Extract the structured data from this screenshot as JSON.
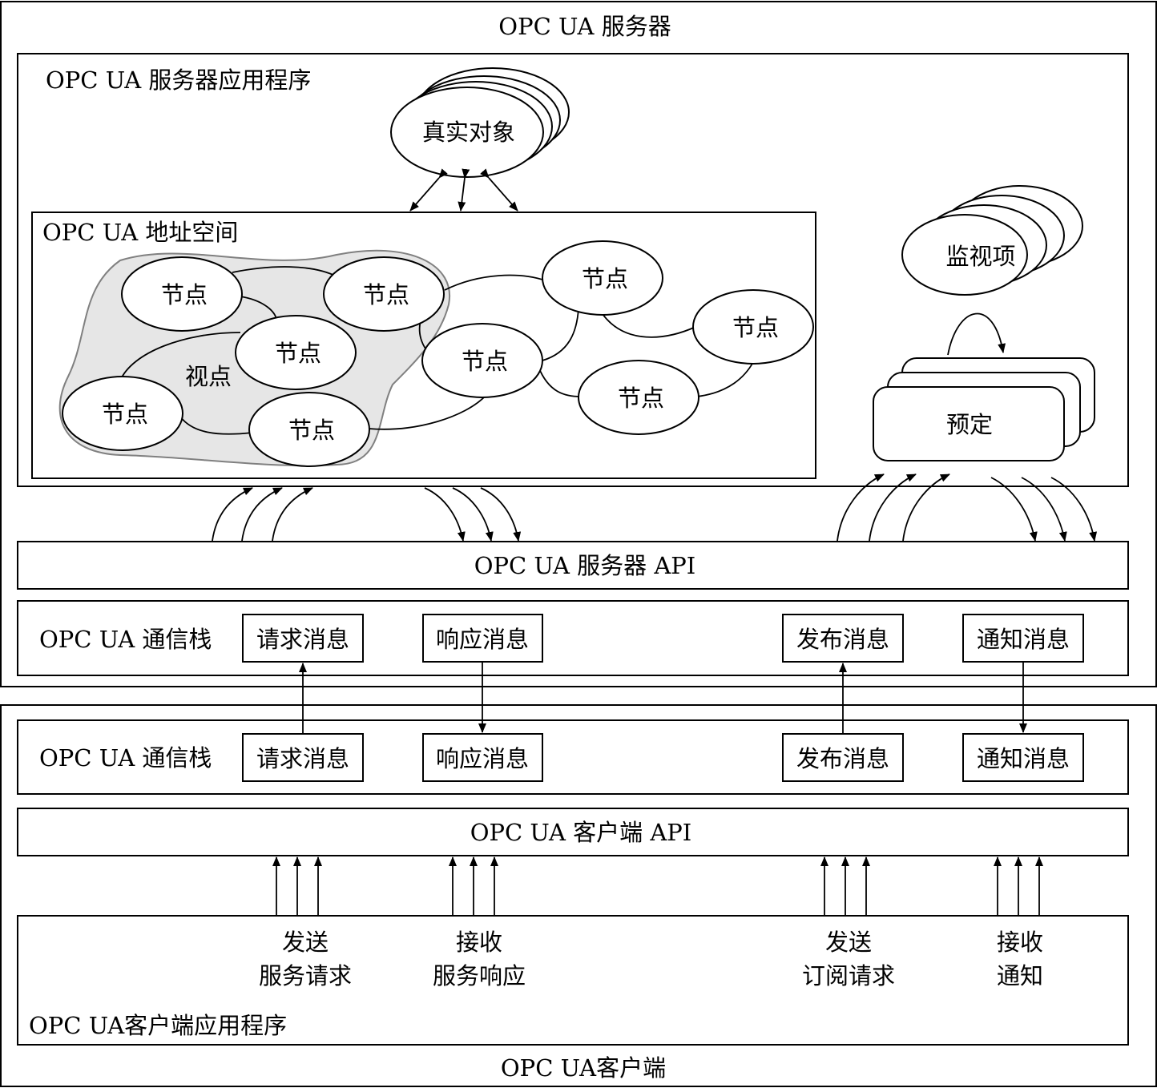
{
  "server": {
    "title": "OPC UA 服务器",
    "app_title": "OPC UA 服务器应用程序",
    "real_object": "真实对象",
    "address_space": "OPC UA 地址空间",
    "view_label": "视点",
    "node_label": "节点",
    "monitored_item": "监视项",
    "subscription": "预定",
    "api": "OPC UA 服务器 API",
    "stack_label": "OPC UA 通信栈",
    "messages": [
      "请求消息",
      "响应消息",
      "发布消息",
      "通知消息"
    ]
  },
  "client": {
    "title": "OPC UA客户端",
    "stack_label": "OPC UA 通信栈",
    "messages": [
      "请求消息",
      "响应消息",
      "发布消息",
      "通知消息"
    ],
    "api": "OPC UA 客户端 API",
    "app_title": "OPC UA客户端应用程序",
    "actions": [
      {
        "line1": "发送",
        "line2": "服务请求"
      },
      {
        "line1": "接收",
        "line2": "服务响应"
      },
      {
        "line1": "发送",
        "line2": "订阅请求"
      },
      {
        "line1": "接收",
        "line2": "通知"
      }
    ]
  },
  "colors": {
    "view_region": "#e6e6e6",
    "view_border": "#808080"
  }
}
